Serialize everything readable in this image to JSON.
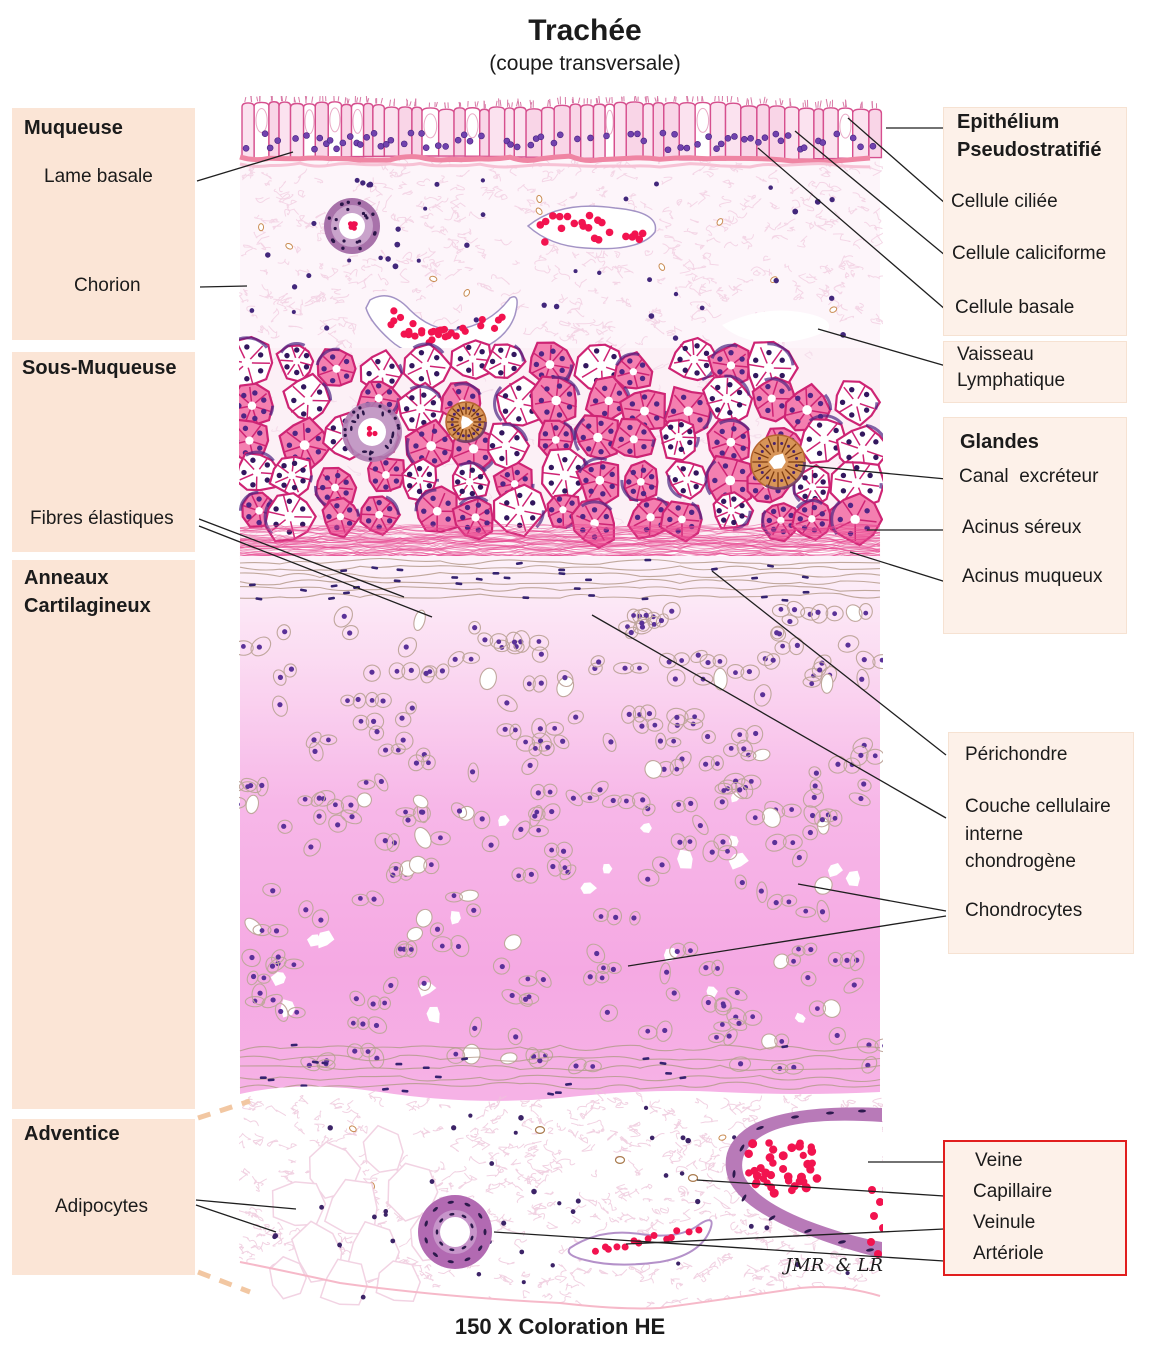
{
  "title": {
    "main": "Trachée",
    "subtitle": "(coupe transversale)"
  },
  "footer": {
    "caption": "150 X Coloration HE",
    "signature": "JMR  & LR"
  },
  "colors": {
    "left_box_bg": "#fbe5d6",
    "right_box_bg": "#fdf1e9",
    "red_box_border": "#e11e1e",
    "pointer_line": "#1f1f1f",
    "eosin_pink": "#f47fb0",
    "nuclei_purple": "#5a3198",
    "red_blood_cells": "#f2134f",
    "cartilage_pink": "#f6b3e6",
    "vessel_wall_mauve": "#b87ab8"
  },
  "left_panel": {
    "muqueuse": {
      "title": "Muqueuse",
      "lame_basale": "Lame basale",
      "chorion": "Chorion"
    },
    "sous_muqueuse": {
      "title": "Sous-Muqueuse",
      "fibres_elastiques": "Fibres élastiques"
    },
    "anneaux": {
      "title_line1": "Anneaux",
      "title_line2": "Cartilagineux"
    },
    "adventice": {
      "title": "Adventice",
      "adipocytes": "Adipocytes"
    }
  },
  "right_panel": {
    "epithelium": {
      "title_line1": "Epithélium",
      "title_line2": "Pseudostratifié",
      "cellule_ciliee": "Cellule ciliée",
      "cellule_caliciforme": "Cellule caliciforme",
      "cellule_basale": "Cellule basale"
    },
    "vaisseau_lymphatique": {
      "line1": "Vaisseau",
      "line2": "Lymphatique"
    },
    "glandes": {
      "title": "Glandes",
      "canal_excreteur": "Canal  excréteur",
      "acinus_sereux": "Acinus séreux",
      "acinus_muqueux": "Acinus muqueux"
    },
    "cartilage": {
      "perichondre": "Périchondre",
      "couche_line1": "Couche cellulaire",
      "couche_line2": "interne",
      "couche_line3": "chondrogène",
      "chondrocytes": "Chondrocytes"
    },
    "vaisseaux": {
      "veine": "Veine",
      "capillaire": "Capillaire",
      "veinule": "Veinule",
      "arteriole": "Artériole"
    }
  }
}
